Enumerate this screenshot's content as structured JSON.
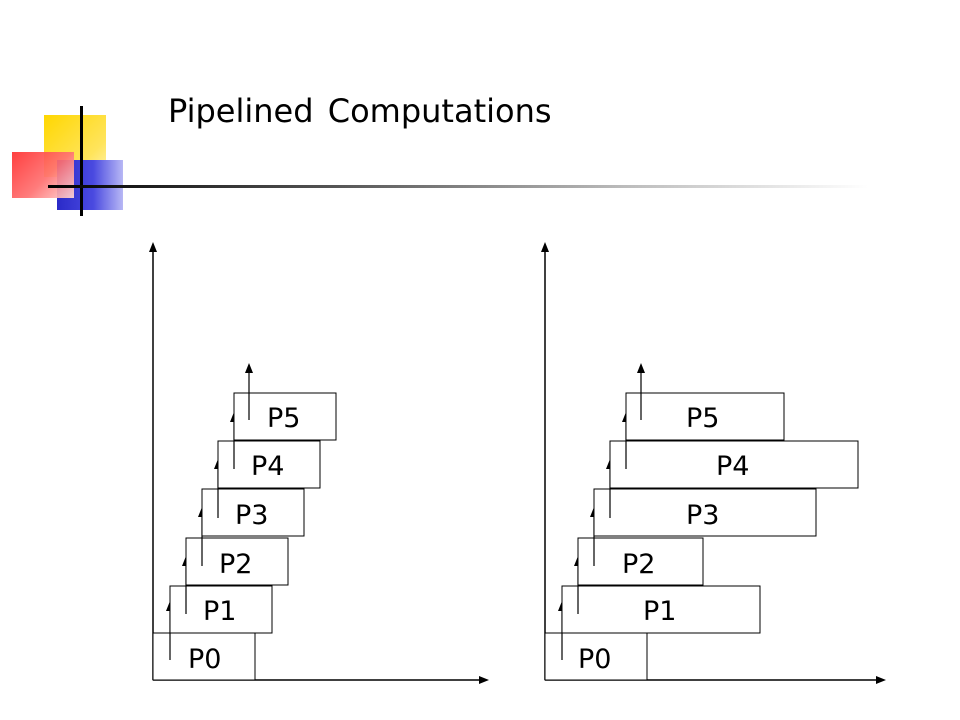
{
  "slide": {
    "title": "Pipelined Computations",
    "accent_colors": {
      "yellow": "#FFD700",
      "red": "#FF3B3B",
      "blue": "#3333CC",
      "rule": "#000000"
    }
  },
  "diagrams": [
    {
      "blocks": [
        {
          "label": "P0"
        },
        {
          "label": "P1"
        },
        {
          "label": "P2"
        },
        {
          "label": "P3"
        },
        {
          "label": "P4"
        },
        {
          "label": "P5"
        }
      ]
    },
    {
      "blocks": [
        {
          "label": "P0"
        },
        {
          "label": "P1"
        },
        {
          "label": "P2"
        },
        {
          "label": "P3"
        },
        {
          "label": "P4"
        },
        {
          "label": "P5"
        }
      ]
    }
  ]
}
